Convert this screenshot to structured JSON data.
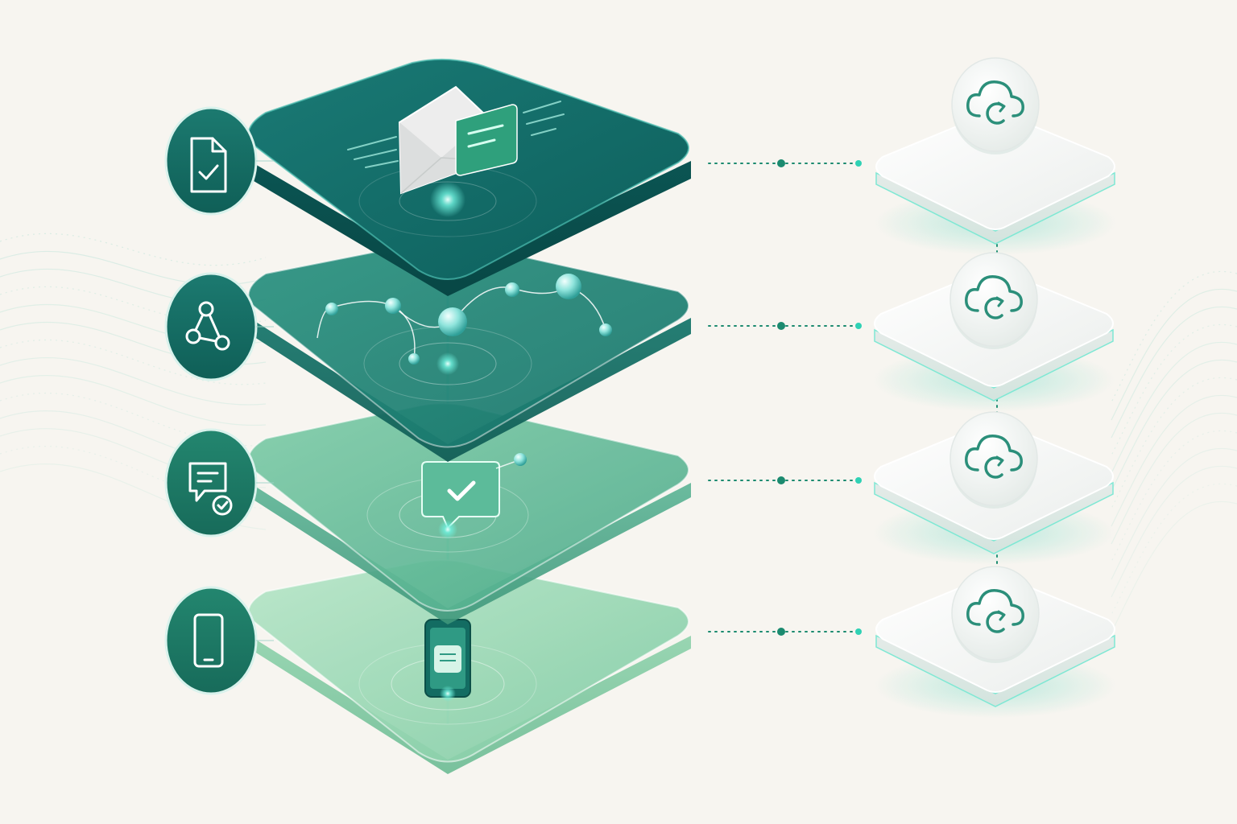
{
  "colors": {
    "background": "#f7f5f0",
    "teal_dark": "#0f6b66",
    "teal_mid": "#1f8a80",
    "green_mid": "#55b894",
    "green_light": "#8fd3ac",
    "accent_glow": "#5fe8d6",
    "icon_badge": "#136c62",
    "connector": "#1b8a6f",
    "cloud_icon": "#2b8f7a"
  },
  "layers": [
    {
      "id": "document-layer",
      "badge_icon": "document-check-icon",
      "content": [
        "envelope-icon",
        "message-card-icon"
      ]
    },
    {
      "id": "network-layer",
      "badge_icon": "network-graph-icon",
      "content": [
        "node-graph"
      ]
    },
    {
      "id": "validation-layer",
      "badge_icon": "chat-check-icon",
      "content": [
        "check-bubble-icon"
      ]
    },
    {
      "id": "mobile-layer",
      "badge_icon": "smartphone-icon",
      "content": [
        "phone-message-icon"
      ]
    }
  ],
  "cloud_nodes": [
    {
      "icon": "cloud-sync-icon"
    },
    {
      "icon": "cloud-sync-icon"
    },
    {
      "icon": "cloud-sync-icon"
    },
    {
      "icon": "cloud-sync-icon"
    }
  ]
}
